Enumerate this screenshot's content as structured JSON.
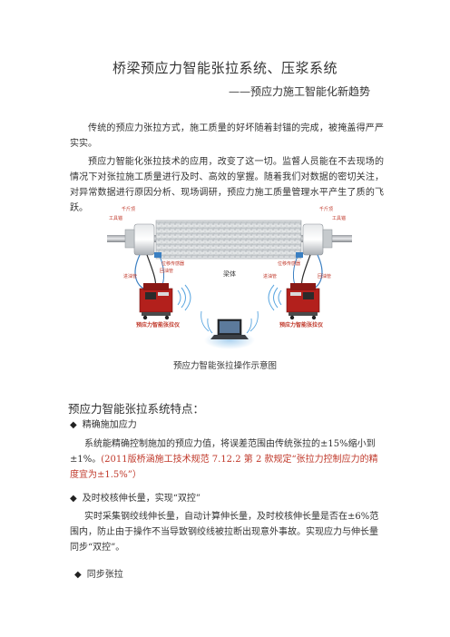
{
  "document": {
    "title": "桥梁预应力智能张拉系统、压浆系统",
    "subtitle": "——预应力施工智能化新趋势",
    "paragraph1": "传统的预应力张拉方式，施工质量的好坏随着封锚的完成，被掩盖得严严实实。",
    "paragraph2": "预应力智能化张拉技术的应用，改变了这一切。监督人员能在不去现场的情况下对张拉施工质量进行及时、高效的掌握。随着我们对数据的密切关注，对异常数据进行原因分析、现场调研，预应力施工质量管理水平产生了质的飞跃。",
    "figure": {
      "caption": "预应力智能张拉操作示意图",
      "labels": {
        "jack_left": "千斤顶",
        "anchor_left": "工具锚",
        "jack_right": "千斤顶",
        "anchor_right": "工具锚",
        "oil_pipe_left": "进油管",
        "return_pipe_left": "回油管",
        "oil_pipe_right": "进油管",
        "return_pipe_right": "回油管",
        "sensor_left": "位移传感器",
        "sensor_right": "位移传感器",
        "beam": "梁体",
        "device_left": "预应力智能张拉仪",
        "device_right": "预应力智能张拉仪"
      }
    },
    "section_title": "预应力智能张拉系统特点：",
    "bullets": [
      {
        "heading": "精确施加应力",
        "text_plain": "系统能精确控制施加的预应力值，将误差范围由传统张拉的±15%缩小到±1%。",
        "text_red": "(2011版桥涵施工技术规范 7.12.2 第 2 款规定“张拉力控制应力的精度宜为±1.5%”）"
      },
      {
        "heading": "及时校核伸长量，实现“双控”",
        "text_plain": "实时采集钢绞线伸长量，自动计算伸长量，及时校核伸长量是否在±6%范围内，防止由于操作不当导致钢绞线被拉断出现意外事故。实现应力与伸长量同步“双控”。"
      },
      {
        "heading": "同步张拉"
      }
    ],
    "colors": {
      "text": "#333333",
      "highlight": "#c0392b",
      "device_red": "#b3201c",
      "pipe_blue": "#3a7fc2"
    }
  }
}
